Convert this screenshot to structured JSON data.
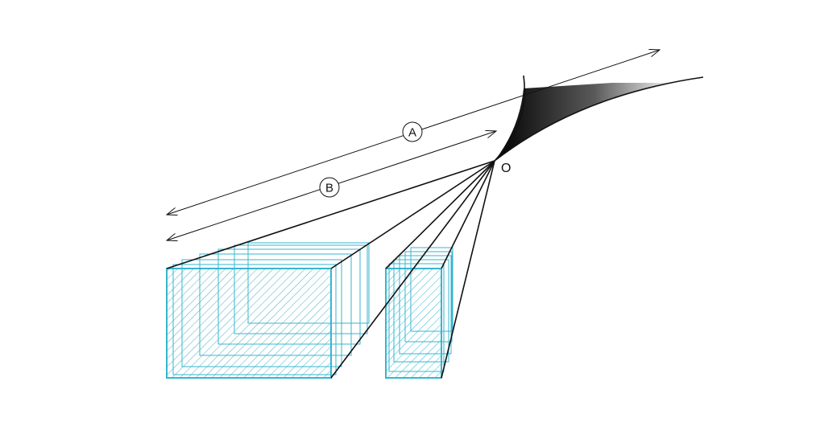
{
  "diagram": {
    "labels": {
      "a": "A",
      "b": "B",
      "origin": "O"
    },
    "colors": {
      "stroke": "#111111",
      "cyan": "#37b5cf",
      "gradient_dark": "#000000",
      "gradient_light": "#ffffff"
    }
  }
}
